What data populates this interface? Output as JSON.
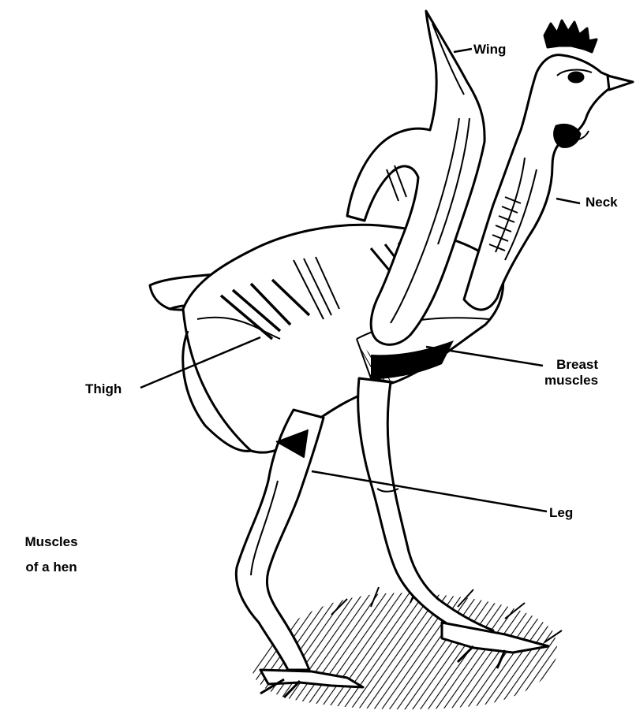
{
  "labels": {
    "wing": "Wing",
    "neck": "Neck",
    "breast_line1": "Breast",
    "breast_line2": "muscles",
    "thigh": "Thigh",
    "leg": "Leg"
  },
  "caption": {
    "line1": "Muscles",
    "line2": "of a hen"
  },
  "colors": {
    "ink": "#000000",
    "paper": "#ffffff"
  }
}
